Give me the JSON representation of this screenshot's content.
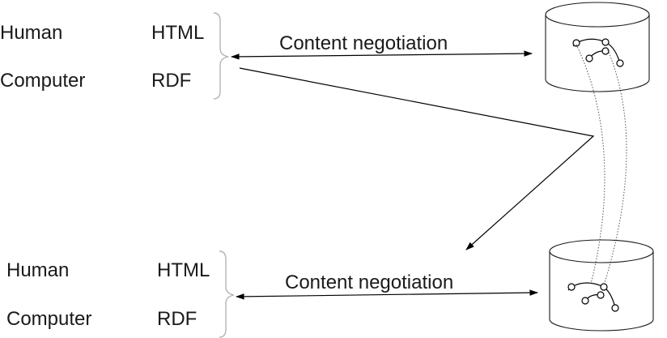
{
  "top_block": {
    "row1": {
      "audience": "Human",
      "format": "HTML"
    },
    "row2": {
      "audience": "Computer",
      "format": "RDF"
    },
    "negotiation_label": "Content negotiation"
  },
  "bottom_block": {
    "row1": {
      "audience": "Human",
      "format": "HTML"
    },
    "row2": {
      "audience": "Computer",
      "format": "RDF"
    },
    "negotiation_label": "Content negotiation"
  },
  "icons": {
    "top_store": "database-cylinder-icon",
    "bottom_store": "database-cylinder-icon",
    "graph": "rdf-graph-icon"
  },
  "colors": {
    "stroke": "#000000",
    "brace": "#b3b3b3",
    "dotted_link": "#555555",
    "cylinder": "#1a1a1a"
  }
}
